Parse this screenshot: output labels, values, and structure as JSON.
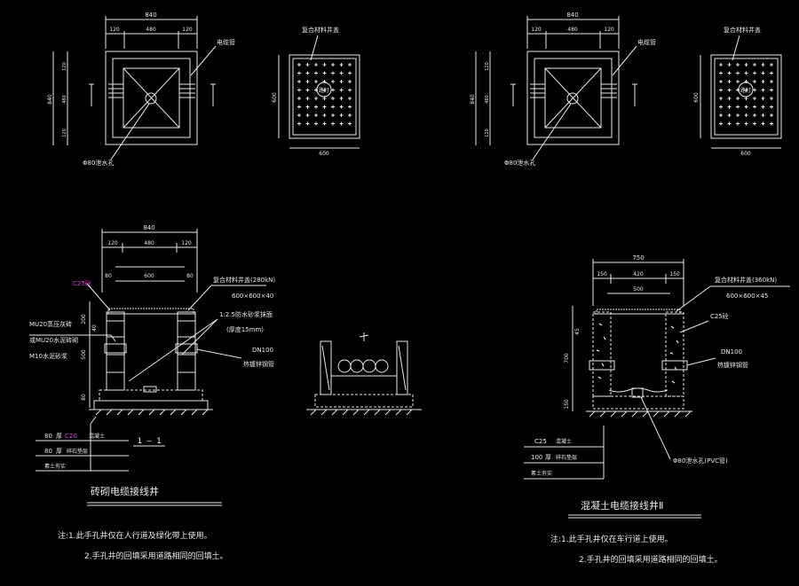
{
  "colors": {
    "background": "#000000",
    "line": "#e8e8e8",
    "accent": "#e040e0"
  },
  "top_left": {
    "dim_top_total": "840",
    "dim_top_parts": [
      "120",
      "480",
      "120"
    ],
    "dim_left_total": "840",
    "dim_left_parts": [
      "120",
      "480",
      "120"
    ],
    "label_pipe": "电缆管",
    "label_drain": "Φ80泄水孔",
    "cover_label": "复合材料井盖",
    "cover_center": "路灯",
    "cover_dim_side": "600",
    "cover_dim_bottom": "600"
  },
  "top_right": {
    "dim_top_total": "840",
    "dim_top_parts": [
      "120",
      "480",
      "120"
    ],
    "dim_left_total": "840",
    "dim_left_parts": [
      "120",
      "480",
      "120"
    ],
    "label_pipe": "电缆管",
    "label_drain": "Φ80泄水孔",
    "cover_label": "复合材料井盖",
    "cover_center": "路灯",
    "cover_dim_side": "600",
    "cover_dim_bottom": "600"
  },
  "section_left": {
    "dim_total": "840",
    "dim_parts": [
      "120",
      "480",
      "120"
    ],
    "dim_inner": "600",
    "dim_outer": "80",
    "c25_label": "C25砼",
    "wall_labels": [
      "MU20蒸压灰砖",
      "或MU20水泥砖砌",
      "M10水泥砂浆"
    ],
    "cover_labels": [
      "复合材料井盖(280kN)",
      "600×600×40"
    ],
    "mortar_label": "1:2.5防水砂浆抹面",
    "mortar_sub": "(厚度15mm)",
    "pipe_label": "DN100",
    "pipe_sub": "热镀锌钢管",
    "dims_vertical": [
      "200",
      "40",
      "500",
      "80"
    ],
    "layers": [
      {
        "thick": "80",
        "unit": "厚",
        "material": "C20",
        "desc": "混凝土"
      },
      {
        "thick": "80",
        "unit": "厚",
        "material": "",
        "desc": "碎石垫层"
      },
      {
        "thick": "",
        "unit": "",
        "material": "",
        "desc": "素土夯实"
      }
    ],
    "section_mark": "1 — 1",
    "title": "砖砌电缆接线井"
  },
  "section_right": {
    "dim_total": "750",
    "dim_parts": [
      "150",
      "420",
      "150"
    ],
    "dim_inner": "500",
    "cover_labels": [
      "复合材料井盖(360kN)",
      "600×600×45"
    ],
    "c25_label": "C25砼",
    "pipe_label": "DN100",
    "pipe_sub": "热镀锌钢管",
    "dims_vertical": [
      "45",
      "700",
      "150"
    ],
    "drain_label": "Φ80泄水孔(PVC管)",
    "layers": [
      {
        "thick": "",
        "unit": "",
        "material": "C25",
        "desc": "混凝土"
      },
      {
        "thick": "100",
        "unit": "厚",
        "material": "",
        "desc": "碎石垫层"
      },
      {
        "thick": "",
        "unit": "",
        "material": "",
        "desc": "素土夯实"
      }
    ],
    "title": "混凝土电缆接线井Ⅱ"
  },
  "notes_left": [
    "注:1.此手孔井仅在人行道及绿化带上使用。",
    "2.手孔井的回填采用道路相同的回填土。"
  ],
  "notes_right": [
    "注:1.此手孔井仅在车行道上使用。",
    "2.手孔井的回填采用道路相同的回填土。"
  ]
}
